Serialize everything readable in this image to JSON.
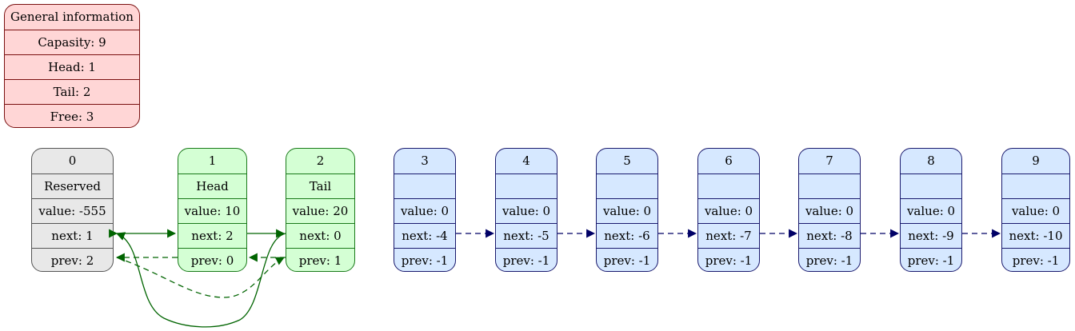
{
  "info": {
    "title": "General information",
    "capacity": "Capasity: 9",
    "head": "Head: 1",
    "tail": "Tail: 2",
    "free": "Free: 3"
  },
  "nodes": [
    {
      "index": "0",
      "tag": "Reserved",
      "value": "value: -555",
      "next": "next: 1",
      "prev": "prev: 2"
    },
    {
      "index": "1",
      "tag": "Head",
      "value": "value: 10",
      "next": "next: 2",
      "prev": "prev: 0"
    },
    {
      "index": "2",
      "tag": "Tail",
      "value": "value: 20",
      "next": "next: 0",
      "prev": "prev: 1"
    },
    {
      "index": "3",
      "tag": "",
      "value": "value: 0",
      "next": "next: -4",
      "prev": "prev: -1"
    },
    {
      "index": "4",
      "tag": "",
      "value": "value: 0",
      "next": "next: -5",
      "prev": "prev: -1"
    },
    {
      "index": "5",
      "tag": "",
      "value": "value: 0",
      "next": "next: -6",
      "prev": "prev: -1"
    },
    {
      "index": "6",
      "tag": "",
      "value": "value: 0",
      "next": "next: -7",
      "prev": "prev: -1"
    },
    {
      "index": "7",
      "tag": "",
      "value": "value: 0",
      "next": "next: -8",
      "prev": "prev: -1"
    },
    {
      "index": "8",
      "tag": "",
      "value": "value: 0",
      "next": "next: -9",
      "prev": "prev: -1"
    },
    {
      "index": "9",
      "tag": "",
      "value": "value: 0",
      "next": "next: -10",
      "prev": "prev: -1"
    }
  ],
  "colors": {
    "reserved_fill": "#e8e8e8",
    "used_fill": "#d4ffd4",
    "free_fill": "#d6e8ff",
    "info_fill": "#ffd6d6",
    "used_edge": "#006400",
    "free_edge": "#000066"
  }
}
